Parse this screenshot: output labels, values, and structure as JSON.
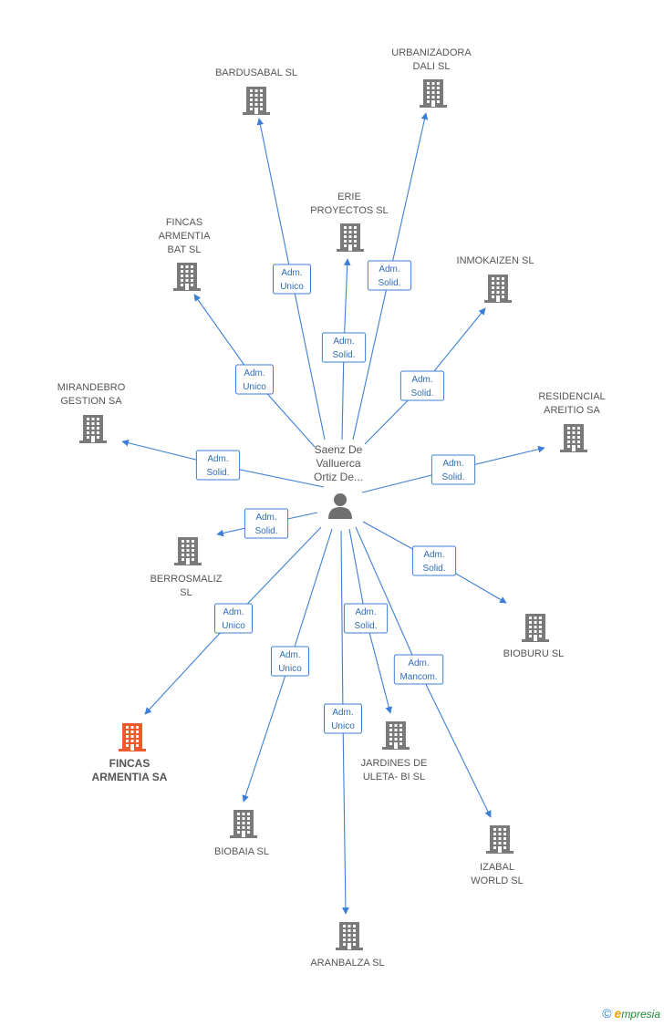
{
  "center": {
    "label_lines": [
      "Saenz De",
      "Valluerca",
      "Ortiz De..."
    ]
  },
  "colors": {
    "building": "#7a7a7a",
    "highlight": "#ee5a2a",
    "edge": "#3d7fd6"
  },
  "nodes": [
    {
      "id": "bardusabal",
      "lines": [
        "BARDUSABAL SL"
      ]
    },
    {
      "id": "urbanizadora",
      "lines": [
        "URBANIZADORA",
        "DALI  SL"
      ]
    },
    {
      "id": "erie",
      "lines": [
        "ERIE",
        "PROYECTOS SL"
      ]
    },
    {
      "id": "fincas-bat",
      "lines": [
        "FINCAS",
        "ARMENTIA",
        "BAT SL"
      ]
    },
    {
      "id": "inmokaizen",
      "lines": [
        "INMOKAIZEN SL"
      ]
    },
    {
      "id": "mirandebro",
      "lines": [
        "MIRANDEBRO",
        "GESTION SA"
      ]
    },
    {
      "id": "residencial",
      "lines": [
        "RESIDENCIAL",
        "AREITIO SA"
      ]
    },
    {
      "id": "berrosmaliz",
      "lines": [
        "BERROSMALIZ",
        "SL"
      ]
    },
    {
      "id": "bioburu",
      "lines": [
        "BIOBURU SL"
      ]
    },
    {
      "id": "fincas-armentia",
      "lines": [
        "FINCAS",
        "ARMENTIA SA"
      ],
      "highlight": true
    },
    {
      "id": "jardines",
      "lines": [
        "JARDINES DE",
        "ULETA- BI SL"
      ]
    },
    {
      "id": "biobaia",
      "lines": [
        "BIOBAIA SL"
      ]
    },
    {
      "id": "izabal",
      "lines": [
        "IZABAL",
        "WORLD SL"
      ]
    },
    {
      "id": "aranbalza",
      "lines": [
        "ARANBALZA SL"
      ]
    }
  ],
  "edges": [
    {
      "to": "bardusabal",
      "lines": [
        "Adm.",
        "Unico"
      ]
    },
    {
      "to": "urbanizadora",
      "lines": [
        "Adm.",
        "Solid."
      ]
    },
    {
      "to": "erie",
      "lines": [
        "Adm.",
        "Solid."
      ]
    },
    {
      "to": "fincas-bat",
      "lines": [
        "Adm.",
        "Unico"
      ]
    },
    {
      "to": "inmokaizen",
      "lines": [
        "Adm.",
        "Solid."
      ]
    },
    {
      "to": "mirandebro",
      "lines": [
        "Adm.",
        "Solid."
      ]
    },
    {
      "to": "residencial",
      "lines": [
        "Adm.",
        "Solid."
      ]
    },
    {
      "to": "berrosmaliz",
      "lines": [
        "Adm.",
        "Solid."
      ]
    },
    {
      "to": "bioburu",
      "lines": [
        "Adm.",
        "Solid."
      ]
    },
    {
      "to": "fincas-armentia",
      "lines": [
        "Adm.",
        "Unico"
      ]
    },
    {
      "to": "jardines",
      "lines": [
        "Adm.",
        "Solid."
      ]
    },
    {
      "to": "biobaia",
      "lines": [
        "Adm.",
        "Unico"
      ]
    },
    {
      "to": "izabal",
      "lines": [
        "Adm.",
        "Mancom."
      ]
    },
    {
      "to": "aranbalza",
      "lines": [
        "Adm.",
        "Unico"
      ]
    }
  ],
  "brand": {
    "copyright": "©",
    "name_initial": "e",
    "name_rest": "mpresia"
  }
}
